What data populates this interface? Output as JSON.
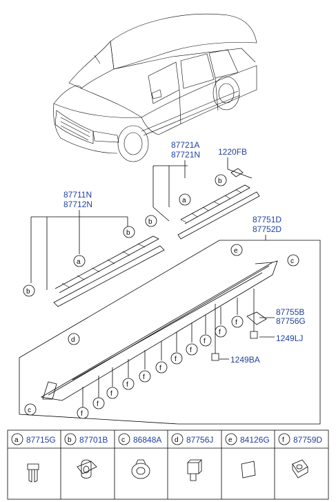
{
  "parts": {
    "sill_upper_a": "87721A",
    "sill_upper_b": "87721N",
    "clip_top": "1220FB",
    "sill_left_a": "87711N",
    "sill_left_b": "87712N",
    "moulding_a": "87751D",
    "moulding_b": "87752D",
    "bracket_a": "87755B",
    "bracket_b": "87756G",
    "bolt_right": "1249LJ",
    "bolt_lower": "1249BA"
  },
  "callouts": {
    "a": "a",
    "b": "b",
    "c": "c",
    "d": "d",
    "e": "e",
    "f": "f"
  },
  "legend": [
    {
      "letter": "a",
      "code": "87715G",
      "icon": "clip-double-prong-icon"
    },
    {
      "letter": "b",
      "code": "87701B",
      "icon": "clip-square-base-icon"
    },
    {
      "letter": "c",
      "code": "86848A",
      "icon": "clip-round-cap-icon"
    },
    {
      "letter": "d",
      "code": "87756J",
      "icon": "clip-tab-icon"
    },
    {
      "letter": "e",
      "code": "84126G",
      "icon": "plug-square-icon"
    },
    {
      "letter": "f",
      "code": "87759D",
      "icon": "clip-nut-icon"
    }
  ]
}
